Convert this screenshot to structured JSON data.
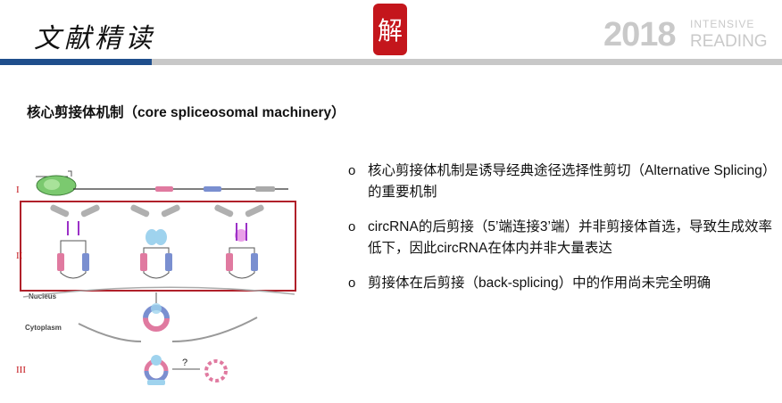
{
  "header": {
    "title": "文献精读",
    "seal_char": "解",
    "year": "2018",
    "brand_line1": "INTENSIVE",
    "brand_line2": "READING"
  },
  "section_title": "核心剪接体机制（core spliceosomal machinery）",
  "bullets": [
    {
      "marker": "o",
      "text": "核心剪接体机制是诱导经典途径选择性剪切（Alternative Splicing）的重要机制"
    },
    {
      "marker": "o",
      "text": "circRNA的后剪接（5’端连接3’端）并非剪接体首选，导致生成效率低下，因此circRNA在体内并非大量表达"
    },
    {
      "marker": "o",
      "text": "剪接体在后剪接（back-splicing）中的作用尚未完全明确"
    }
  ],
  "diagram": {
    "stage_labels": [
      "I",
      "II",
      "III"
    ],
    "nucleus_label": "Nucleus",
    "cytoplasm_label": "Cytoplasm",
    "question_mark": "?"
  },
  "colors": {
    "brand_blue": "#1f4e8c",
    "seal_red": "#c4161c",
    "exon_pink": "#e07aa0",
    "exon_blue": "#7a8fd0",
    "polymerase_green": "#7bc96f"
  }
}
